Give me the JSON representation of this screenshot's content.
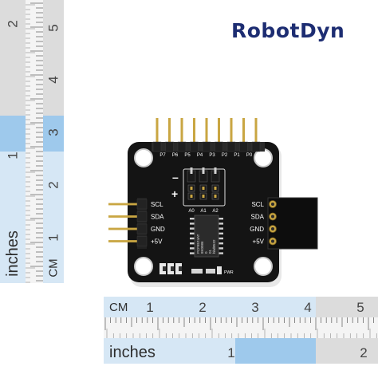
{
  "brand": {
    "logo_text": "RobotDyn",
    "logo_color": "#1d2d72"
  },
  "vertical_ruler": {
    "cm_unit": "CM",
    "inch_unit": "inches",
    "cm_numbers": [
      "5",
      "4",
      "3",
      "2",
      "1"
    ],
    "inch_numbers": [
      "2",
      "1"
    ],
    "colors": {
      "light_blue": "#d6e7f5",
      "mid_blue": "#9ec9ec",
      "dark_blue": "#4f9fde",
      "grey": "#dcdcdc"
    }
  },
  "horizontal_ruler": {
    "cm_unit": "CM",
    "inch_unit": "inches",
    "cm_numbers": [
      "1",
      "2",
      "3",
      "4",
      "5"
    ],
    "inch_numbers": [
      "1",
      "2"
    ]
  },
  "board": {
    "pin_labels_top": [
      "P7",
      "P6",
      "P5",
      "P4",
      "P3",
      "P2",
      "P1",
      "P0"
    ],
    "pin_labels_left": [
      "SCL",
      "SDA",
      "GND",
      "+5V"
    ],
    "pin_labels_right": [
      "SCL",
      "SDA",
      "GND",
      "+5V"
    ],
    "address_labels": [
      "A0",
      "A1",
      "A2"
    ],
    "jumper_minus": "–",
    "jumper_plus": "+",
    "chip_lines": [
      "PCF8574AT",
      "8K0086",
      "0",
      "01",
      "hhd8532"
    ],
    "power_label": "PWR",
    "pcb_color": "#141414"
  }
}
